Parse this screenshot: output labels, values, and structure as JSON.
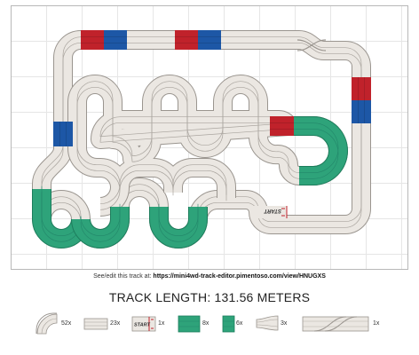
{
  "caption": {
    "prefix": "See/edit this track at:",
    "url": "https://mini4wd-track-editor.pimentoso.com/view/HNUGXS"
  },
  "track_length": "TRACK LENGTH: 131.56 METERS",
  "start_label": "START",
  "pieces": [
    {
      "id": "curve",
      "count": "52x",
      "icon": "curve-piece-icon"
    },
    {
      "id": "straight",
      "count": "23x",
      "icon": "straight-piece-icon"
    },
    {
      "id": "start",
      "count": "1x",
      "icon": "start-piece-icon"
    },
    {
      "id": "bank",
      "count": "8x",
      "icon": "bank-piece-icon"
    },
    {
      "id": "half-bank",
      "count": "6x",
      "icon": "half-bank-piece-icon"
    },
    {
      "id": "lane-change",
      "count": "3x",
      "icon": "lane-change-piece-icon"
    },
    {
      "id": "crossover",
      "count": "1x",
      "icon": "crossover-piece-icon"
    }
  ],
  "colors": {
    "track": "#ebe7e2",
    "lane_line": "#a9a49e",
    "border": "#9a958f",
    "bank": "#2ea37a",
    "red": "#c0222b",
    "blue": "#1d57a6"
  }
}
